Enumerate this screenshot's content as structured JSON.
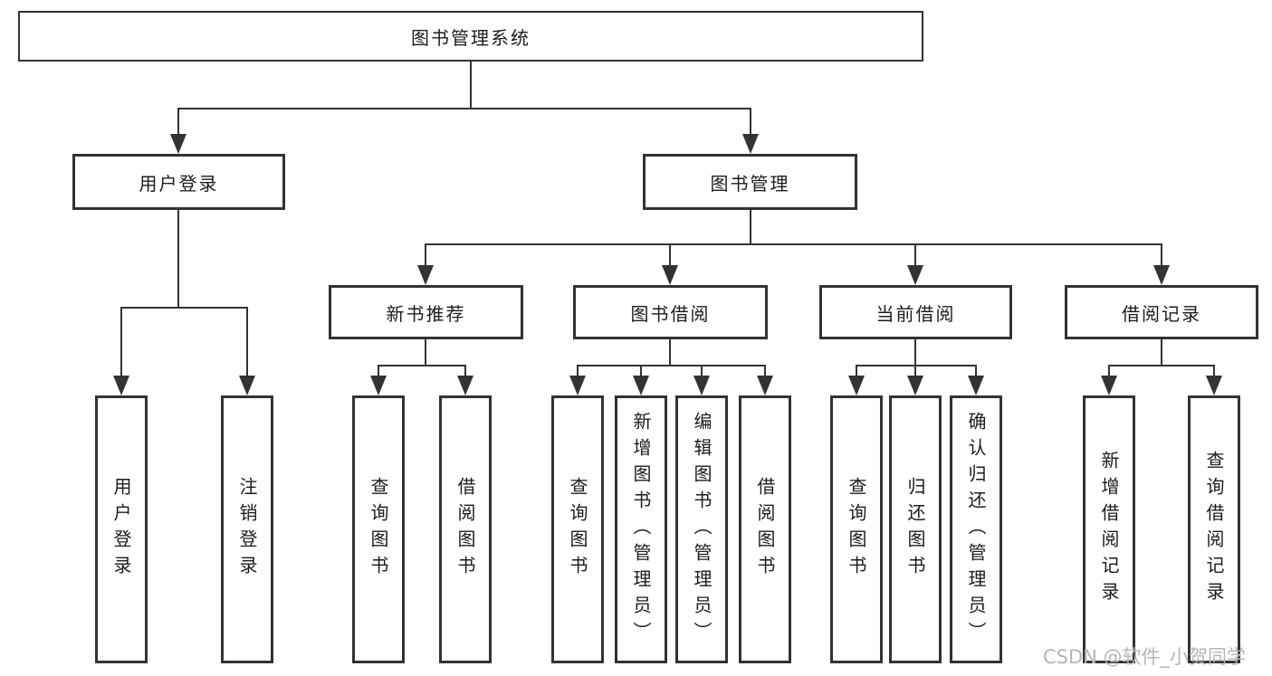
{
  "tree": {
    "root": {
      "label": "图书管理系统"
    },
    "branches": [
      {
        "label": "用户登录",
        "children": [
          {
            "label": "用户登录"
          },
          {
            "label": "注销登录"
          }
        ]
      },
      {
        "label": "图书管理",
        "children": [
          {
            "label": "新书推荐",
            "children": [
              {
                "label": "查询图书"
              },
              {
                "label": "借阅图书"
              }
            ]
          },
          {
            "label": "图书借阅",
            "children": [
              {
                "label": "查询图书"
              },
              {
                "label": "新增图书（管理员）"
              },
              {
                "label": "编辑图书（管理员）"
              },
              {
                "label": "借阅图书"
              }
            ]
          },
          {
            "label": "当前借阅",
            "children": [
              {
                "label": "查询图书"
              },
              {
                "label": "归还图书"
              },
              {
                "label": "确认归还（管理员）"
              }
            ]
          },
          {
            "label": "借阅记录",
            "children": [
              {
                "label": "新增借阅记录"
              },
              {
                "label": "查询借阅记录"
              }
            ]
          }
        ]
      }
    ]
  },
  "watermark": {
    "text": "CSDN @软件_小贺同学"
  },
  "colors": {
    "line": "#333333",
    "text": "#1c1c1c",
    "watermark": "#b5b5b5",
    "background": "#ffffff"
  }
}
